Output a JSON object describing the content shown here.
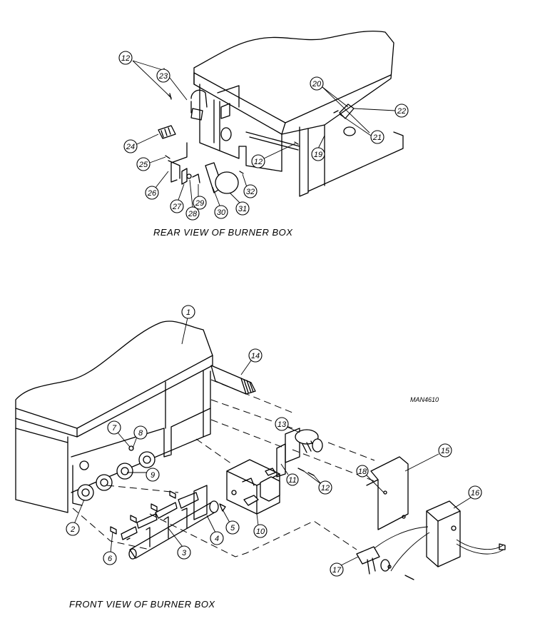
{
  "captions": {
    "rear": "REAR VIEW OF BURNER BOX",
    "front": "FRONT VIEW OF BURNER BOX",
    "drawing_code": "MAN4610"
  },
  "rear_callouts": [
    "12",
    "23",
    "24",
    "25",
    "26",
    "27",
    "28",
    "29",
    "30",
    "31",
    "32",
    "20",
    "22",
    "21",
    "19",
    "12"
  ],
  "front_callouts": [
    "1",
    "14",
    "7",
    "8",
    "9",
    "2",
    "6",
    "3",
    "4",
    "5",
    "10",
    "11",
    "12",
    "13",
    "15",
    "18",
    "16",
    "17"
  ]
}
